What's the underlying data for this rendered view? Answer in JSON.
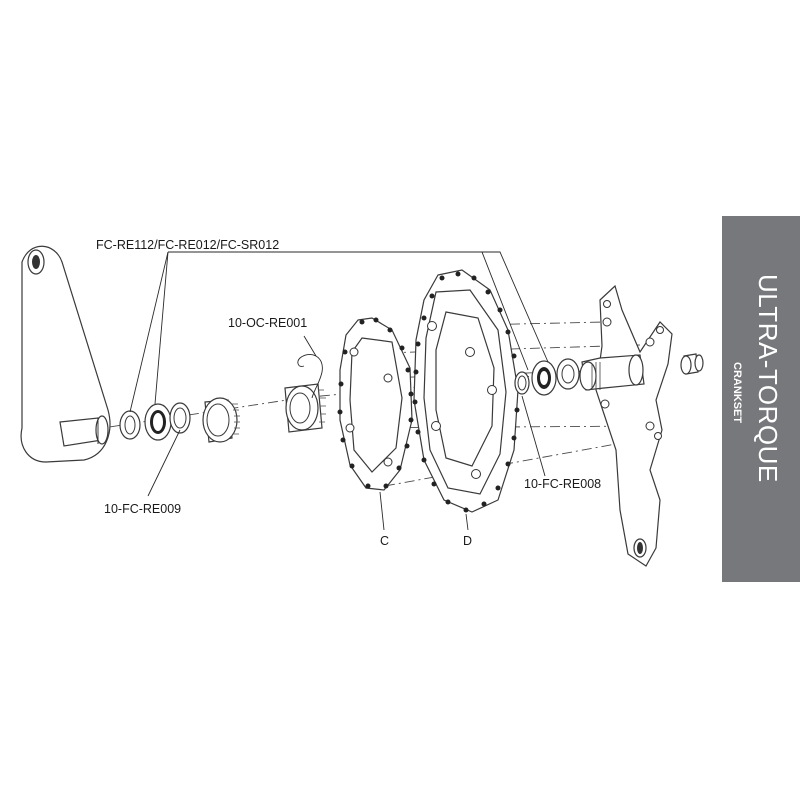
{
  "labels": {
    "bearing_group": "FC-RE112/FC-RE012/FC-SR012",
    "circlip": "10-OC-RE001",
    "washer_left": "10-FC-RE009",
    "washer_right": "10-FC-RE008",
    "chainring_small": "C",
    "chainring_large": "D"
  },
  "panel": {
    "title": "ULTRA-TORQUE",
    "subtitle": "CRANKSET",
    "color": "#77787b"
  }
}
